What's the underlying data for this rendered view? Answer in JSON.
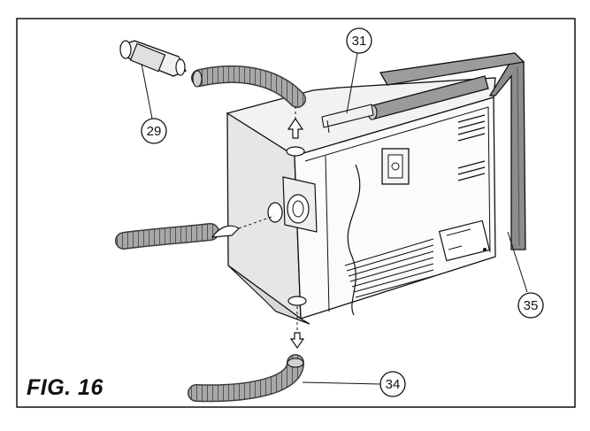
{
  "figure": {
    "label": "FIG. 16"
  },
  "callouts": [
    {
      "id": "c29",
      "text": "29"
    },
    {
      "id": "c31",
      "text": "31"
    },
    {
      "id": "c34",
      "text": "34"
    },
    {
      "id": "c35",
      "text": "35"
    }
  ],
  "colors": {
    "line": "#111111",
    "hose": "#9a9a9a",
    "hose_dark": "#5e5e5e",
    "panel": "#e9e9e9",
    "side": "#dcdcdc"
  }
}
